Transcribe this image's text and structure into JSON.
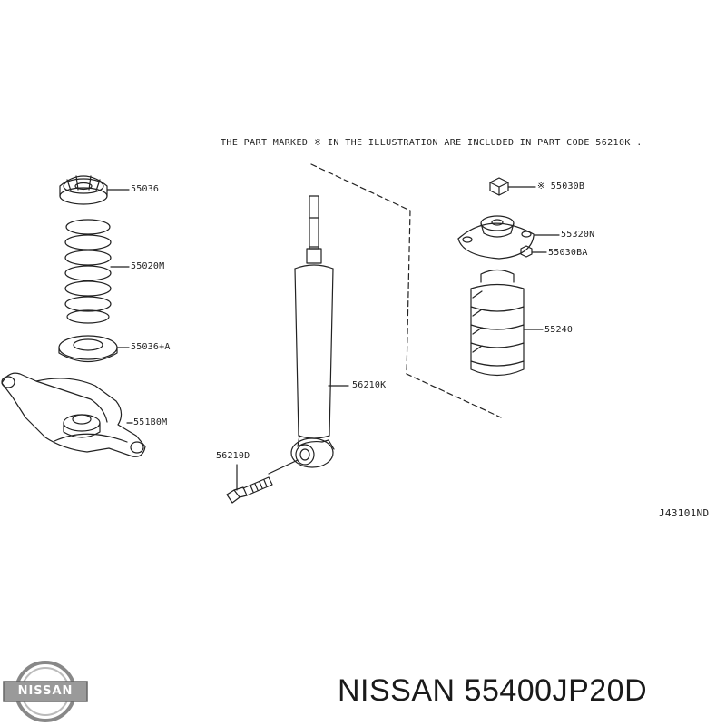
{
  "note": "THE PART MARKED ※ IN THE ILLUSTRATION ARE INCLUDED IN PART CODE 56210K .",
  "labels": {
    "p55036": "55036",
    "p55020m": "55020M",
    "p55036a": "55036+A",
    "p551b0m": "551B0M",
    "p56210d": "56210D",
    "p56210k": "56210K",
    "p55030b": "※ 55030B",
    "p55320n": "55320N",
    "p55030ba": "55030BA",
    "p55240": "55240"
  },
  "reference_code": "J43101ND",
  "caption": "NISSAN 55400JP20D",
  "logo_text": "NISSAN",
  "colors": {
    "line": "#222222",
    "caption": "#1a1a1a",
    "logo": "#888888"
  }
}
